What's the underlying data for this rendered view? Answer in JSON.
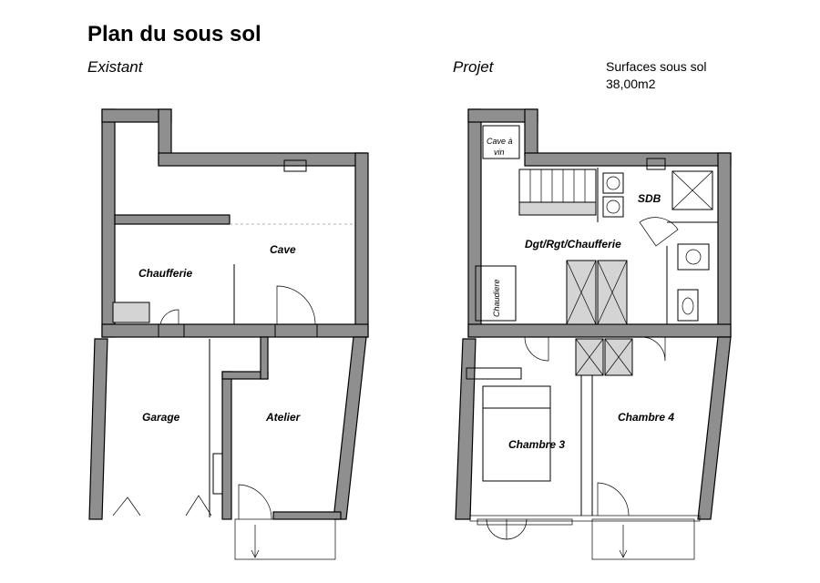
{
  "title": "Plan du sous sol",
  "existant": {
    "label": "Existant",
    "rooms": {
      "cave": "Cave",
      "chaufferie": "Chaufferie",
      "garage": "Garage",
      "atelier": "Atelier"
    }
  },
  "projet": {
    "label": "Projet",
    "surface_label": "Surfaces sous sol",
    "surface_value": "38,00m2",
    "rooms": {
      "cave_vin_1": "Cave à",
      "cave_vin_2": "vin",
      "sdb": "SDB",
      "dgt": "Dgt/Rgt/Chaufferie",
      "chaudiere": "Chaudiere",
      "chambre3": "Chambre 3",
      "chambre4": "Chambre 4"
    }
  },
  "colors": {
    "wall": "#8f8f8f",
    "background": "#ffffff",
    "fixture": "#d4d4d4"
  }
}
